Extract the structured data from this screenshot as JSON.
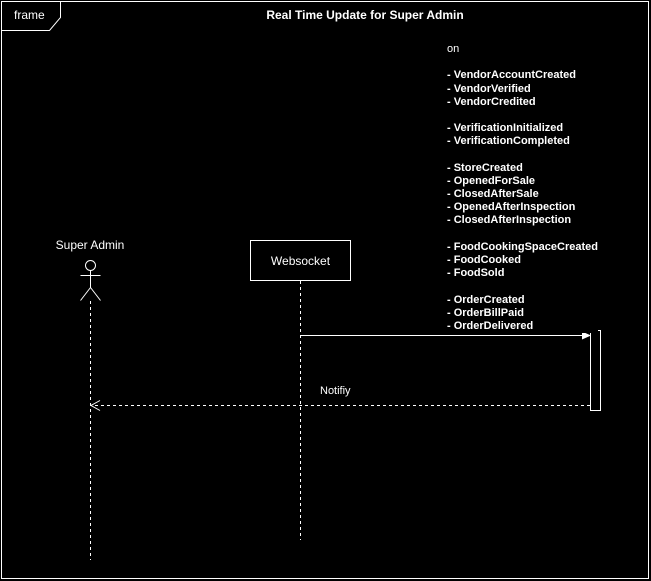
{
  "frame": {
    "tab_label": "frame",
    "title": "Real Time Update for Super Admin"
  },
  "participants": {
    "actor": {
      "label": "Super Admin"
    },
    "websocket": {
      "label": "Websocket"
    }
  },
  "note": {
    "heading": "on",
    "groups": [
      [
        "- VendorAccountCreated",
        "- VendorVerified",
        "- VendorCredited"
      ],
      [
        "- VerificationInitialized",
        "- VerificationCompleted"
      ],
      [
        "- StoreCreated",
        "- OpenedForSale",
        "- ClosedAfterSale",
        "- OpenedAfterInspection",
        "- ClosedAfterInspection"
      ],
      [
        "- FoodCookingSpaceCreated",
        "- FoodCooked",
        "- FoodSold"
      ],
      [
        "- OrderCreated",
        "- OrderBillPaid",
        "- OrderDelivered"
      ]
    ]
  },
  "messages": [
    {
      "from": "websocket",
      "to": "activation",
      "style": "solid",
      "label": ""
    },
    {
      "from": "activation",
      "to": "actor",
      "style": "dashed",
      "label": "Notifiy"
    }
  ],
  "colors": {
    "background": "#000000",
    "foreground": "#ffffff"
  }
}
